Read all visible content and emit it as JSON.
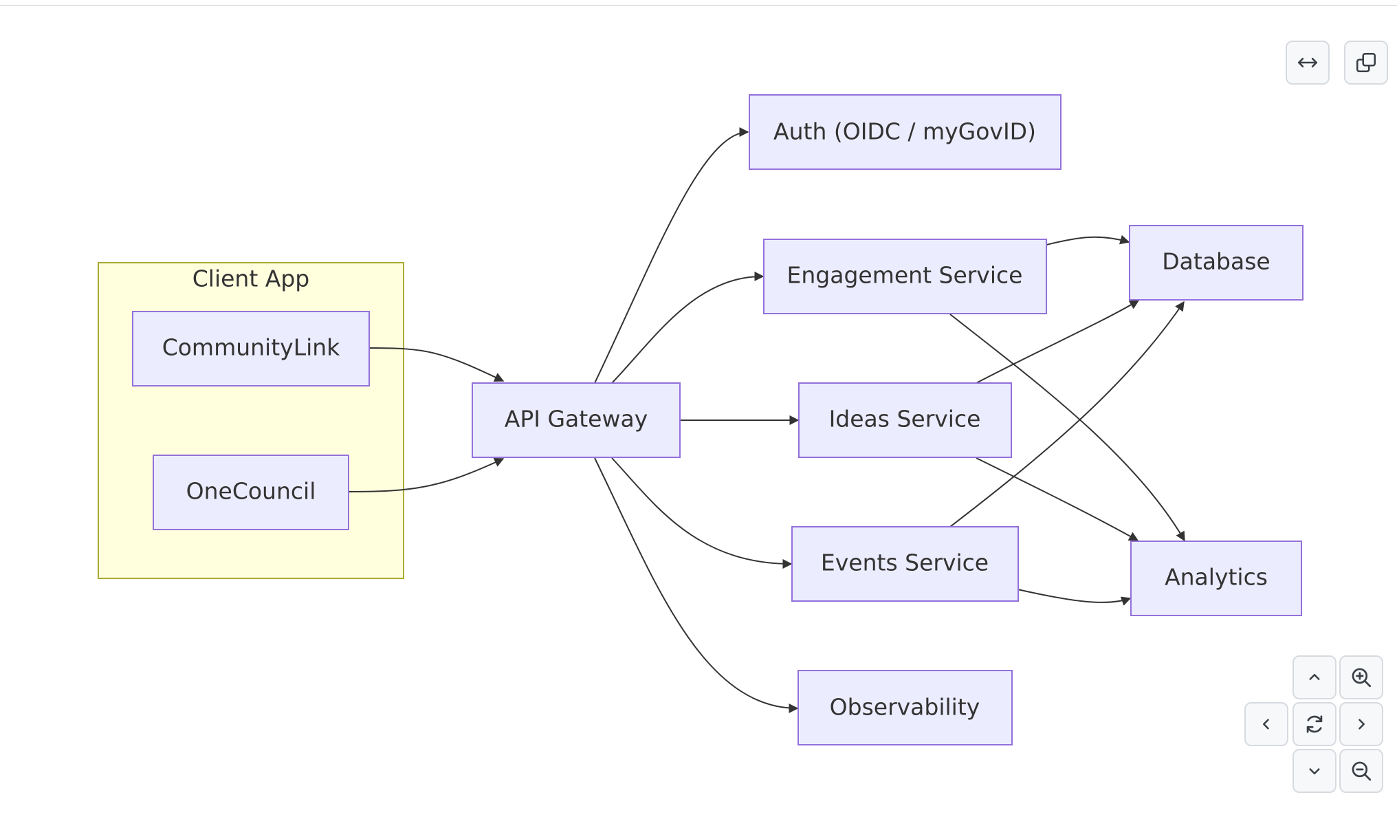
{
  "diagram": {
    "cluster": {
      "title": "Client App"
    },
    "nodes": {
      "communitylink": "CommunityLink",
      "onecouncil": "OneCouncil",
      "gateway": "API Gateway",
      "auth": "Auth (OIDC / myGovID)",
      "engagement": "Engagement Service",
      "ideas": "Ideas Service",
      "events": "Events Service",
      "observability": "Observability",
      "database": "Database",
      "analytics": "Analytics"
    },
    "colors": {
      "node_fill": "#ECECFF",
      "node_stroke": "#9370DB",
      "cluster_fill": "#FFFFDE",
      "cluster_stroke": "#AAAA33",
      "edge": "#333333",
      "text": "#333333"
    }
  },
  "controls": {
    "top": [
      "expand-horizontal-icon",
      "copy-icon"
    ],
    "pan_zoom": [
      "pan-up-icon",
      "zoom-in-icon",
      "pan-left-icon",
      "reset-view-icon",
      "pan-right-icon",
      "pan-down-icon",
      "zoom-out-icon"
    ]
  }
}
